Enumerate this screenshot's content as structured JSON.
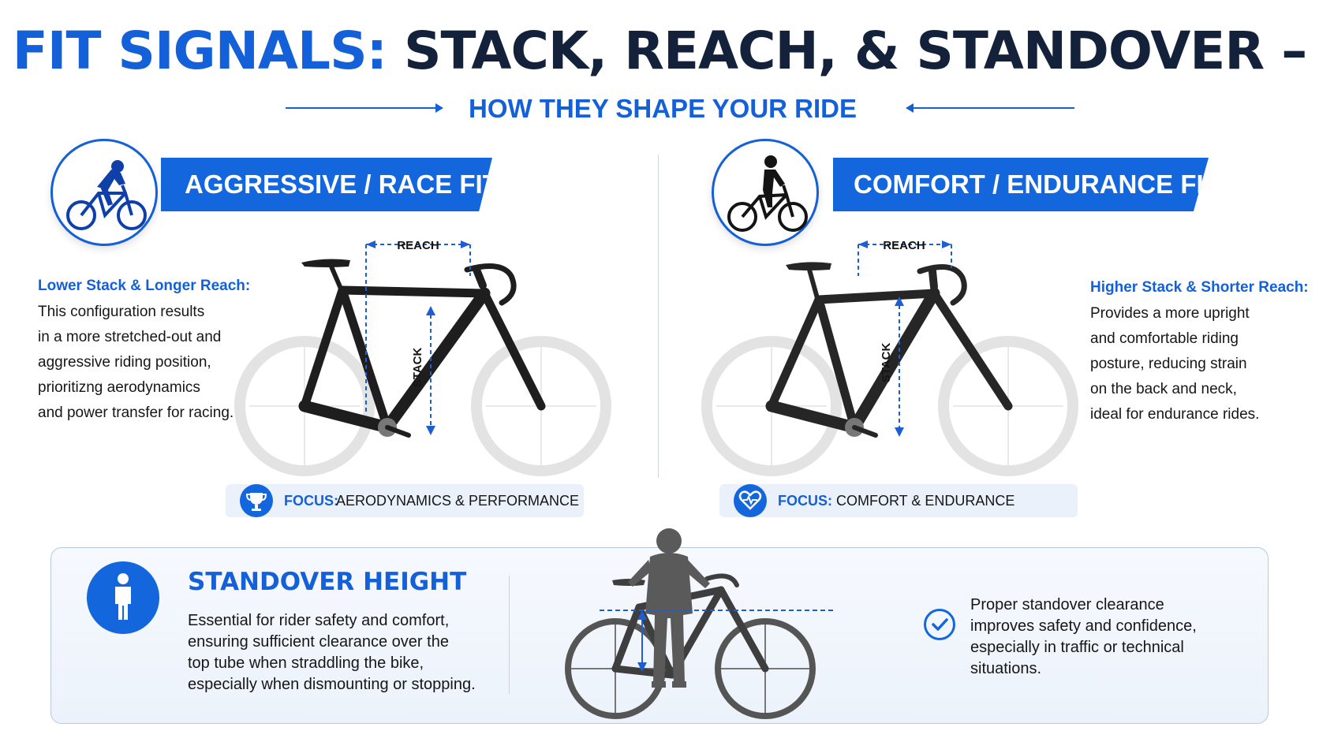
{
  "header": {
    "title_accent": "FIT SIGNALS:",
    "title_rest": "STACK, REACH, & STANDOVER –",
    "subtitle": "HOW THEY SHAPE YOUR RIDE"
  },
  "aggressive": {
    "banner": "AGGRESSIVE / RACE FIT",
    "heading": "Lower Stack & Longer Reach:",
    "lines": [
      "This configuration results",
      "in a more stretched-out and",
      "aggressive riding position,",
      "prioritizng aerodynamics",
      "and power transfer for racing."
    ],
    "reach_label": "REACH",
    "stack_label": "STACK",
    "focus_label": "FOCUS:",
    "focus_value": "AERODYNAMICS & PERFORMANCE"
  },
  "comfort": {
    "banner": "COMFORT / ENDURANCE FIT",
    "heading": "Higher Stack & Shorter Reach:",
    "lines": [
      "Provides a more upright",
      "and comfortable riding",
      "posture, reducing strain",
      "on the back and neck,",
      "ideal for endurance rides."
    ],
    "reach_label": "REACH",
    "stack_label": "STACK",
    "focus_label": "FOCUS:",
    "focus_value": "COMFORT & ENDURANCE"
  },
  "standover": {
    "title": "STANDOVER HEIGHT",
    "lines": [
      "Essential for rider safety and comfort,",
      "ensuring sufficient clearance over the",
      "top tube when straddling the bike,",
      "especially when dismounting or stopping."
    ],
    "note_lines": [
      "Proper standover clearance",
      "improves safety and confidence,",
      "especially in traffic or technical",
      "situations."
    ]
  },
  "colors": {
    "accent": "#1460d8",
    "banner": "#1466dc",
    "title_dark": "#13223a",
    "frame": "#1e1e1e"
  },
  "icons": {
    "aggressive_focus": "trophy-icon",
    "comfort_focus": "heart-icon",
    "standover": "person-icon",
    "note": "check-icon"
  }
}
